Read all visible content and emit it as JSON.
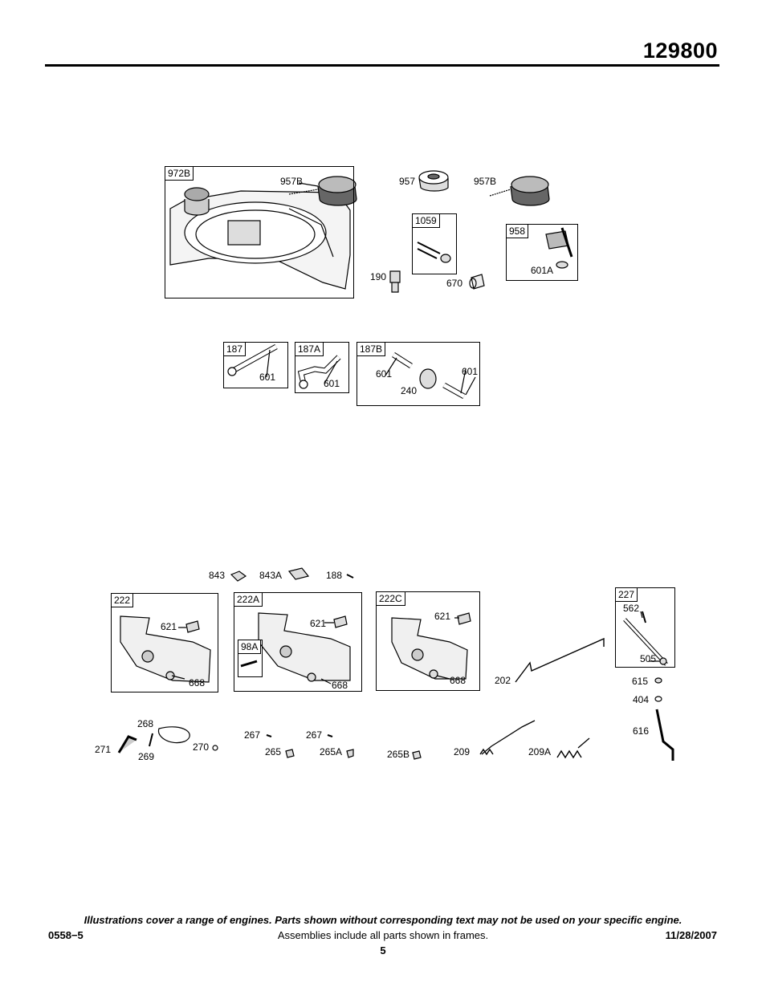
{
  "header": {
    "model_number": "129800"
  },
  "frames": {
    "f972B": "972B",
    "f1059": "1059",
    "f958": "958",
    "f187": "187",
    "f187A": "187A",
    "f187B": "187B",
    "f222": "222",
    "f222A": "222A",
    "f98A": "98A",
    "f222C": "222C",
    "f227": "227"
  },
  "labels": {
    "l957B_a": "957B",
    "l957": "957",
    "l957B_b": "957B",
    "l190": "190",
    "l670": "670",
    "l601A": "601A",
    "l601_a": "601",
    "l601_b": "601",
    "l601_c": "601",
    "l601_d": "601",
    "l240": "240",
    "l843": "843",
    "l843A": "843A",
    "l188": "188",
    "l621_a": "621",
    "l668_a": "668",
    "l621_b": "621",
    "l668_b": "668",
    "l621_c": "621",
    "l668_c": "668",
    "l562": "562",
    "l505": "505",
    "l202": "202",
    "l615": "615",
    "l404": "404",
    "l616": "616",
    "l268": "268",
    "l271": "271",
    "l269": "269",
    "l270": "270",
    "l267_a": "267",
    "l265": "265",
    "l267_b": "267",
    "l265A": "265A",
    "l265B": "265B",
    "l209": "209",
    "l209A": "209A"
  },
  "footer": {
    "disclaimer": "Illustrations cover a range of engines. Parts shown without corresponding text may not be used on your specific engine.",
    "doc_number": "0558−5",
    "assemblies_note": "Assemblies include all parts shown in frames.",
    "date": "11/28/2007",
    "page_number": "5"
  }
}
